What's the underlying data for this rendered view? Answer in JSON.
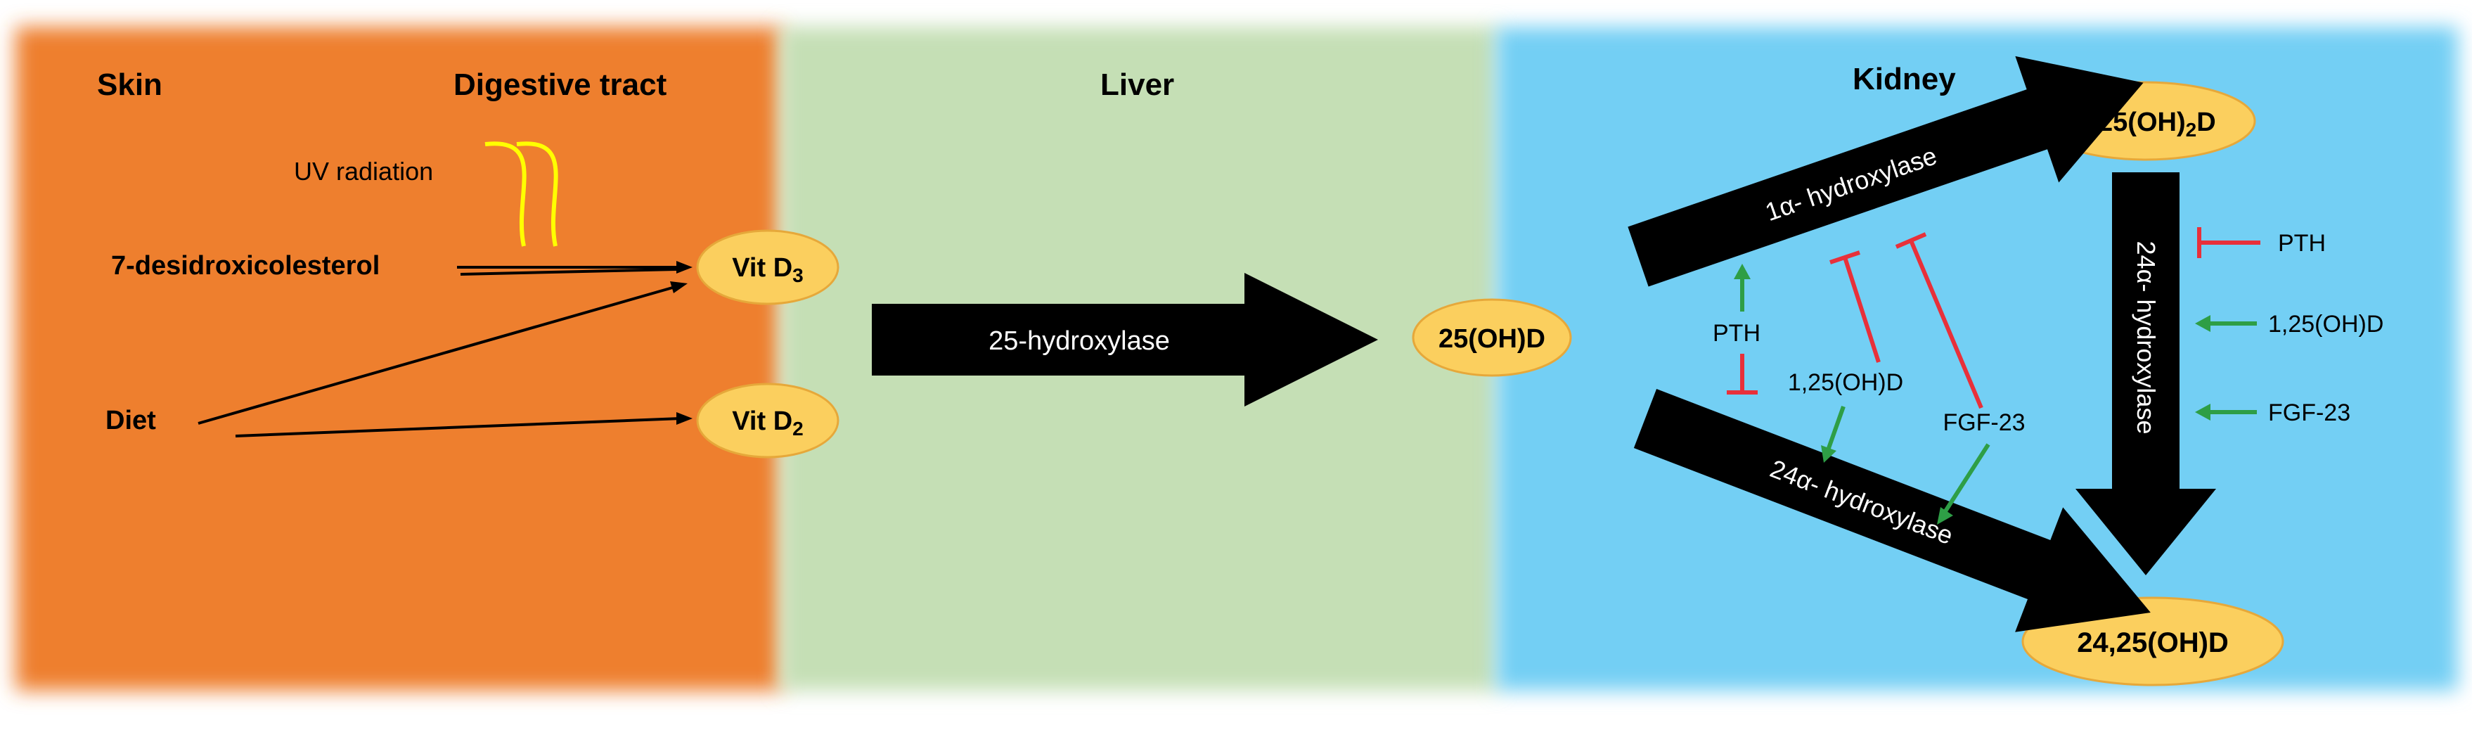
{
  "regions": {
    "skin": "Skin",
    "digestive": "Digestive tract",
    "liver": "Liver",
    "kidney": "Kidney"
  },
  "colors": {
    "orange": "#EE7F2E",
    "green": "#C5DFB5",
    "blue": "#73CFF4",
    "ellipse": "#FBCF5E",
    "ellipse_stroke": "#E6A83A",
    "arrow": "#000000",
    "uv": "#FFFF00",
    "activate": "#2E9E46",
    "inhibit": "#E8303A"
  },
  "labels": {
    "uv": "UV radiation",
    "precursor": "7-desidroxicolesterol",
    "diet": "Diet"
  },
  "metabolites": {
    "vitd3": "Vit D3",
    "vitd2": "Vit D2",
    "oh25": "25(OH)D",
    "oh125_prefix": "1,25(OH)",
    "oh125_sub": "2",
    "oh125_suffix": "D",
    "oh2425": "24,25(OH)D"
  },
  "enzymes": {
    "liver": "25-hydroxylase",
    "kidney_1a": "1α- hydroxylase",
    "kidney_24_diag": "24α- hydroxylase",
    "kidney_24_vert": "24α- hydroxylase"
  },
  "regulators": {
    "pth_mid": "PTH",
    "vitd_mid": "1,25(OH)D",
    "fgf_mid": "FGF-23",
    "pth_right": "PTH",
    "vitd_right": "1,25(OH)D",
    "fgf_right": "FGF-23"
  }
}
